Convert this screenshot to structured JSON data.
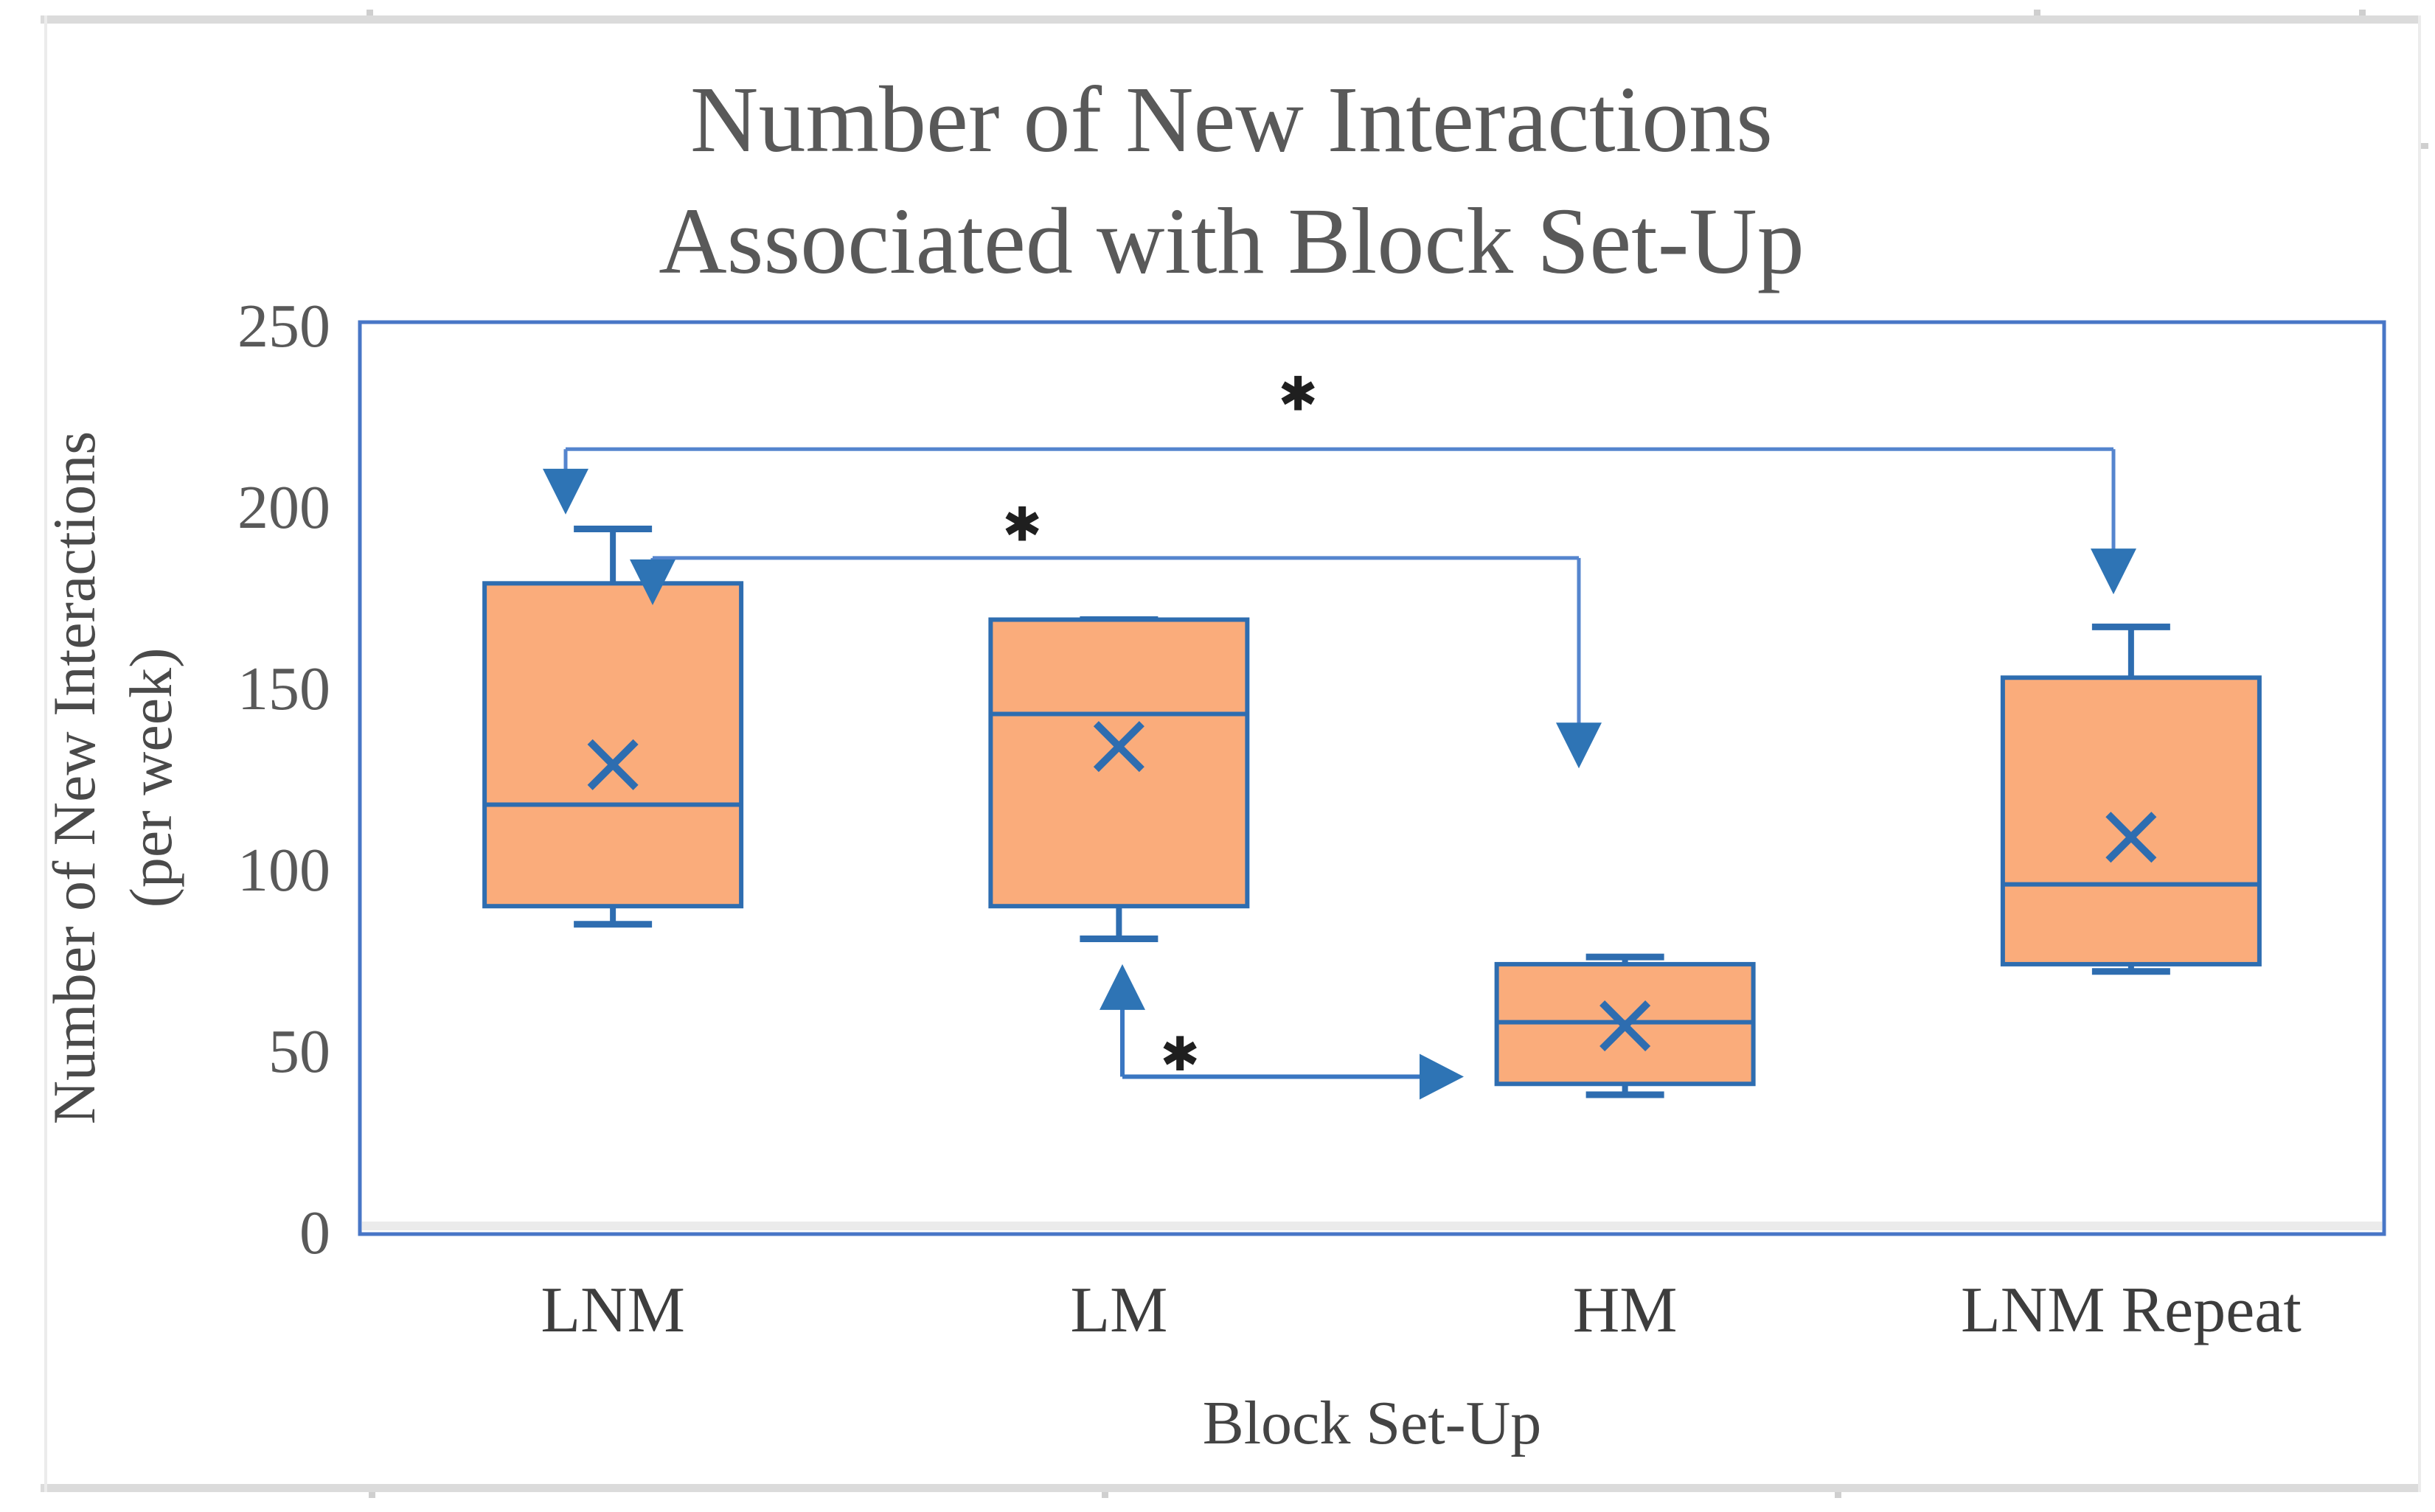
{
  "figure": {
    "title_lines": [
      "Number of New Interactions",
      "Associated with Block Set-Up"
    ],
    "y_axis_title_line1": "Number of New Interactions",
    "y_axis_title_line2": "(per week)",
    "x_axis_title": "Block Set-Up"
  },
  "chart_data": {
    "type": "box",
    "title": "Number of New Interactions Associated with Block Set-Up",
    "xlabel": "Block Set-Up",
    "ylabel": "Number of New Interactions (per week)",
    "ylim": [
      0,
      250
    ],
    "y_ticks": [
      0,
      50,
      100,
      150,
      200,
      250
    ],
    "grid": "off",
    "legend": "none",
    "categories": [
      "LNM",
      "LM",
      "HM",
      "LNM Repeat"
    ],
    "series": [
      {
        "name": "LNM",
        "whisker_low": 85,
        "q1": 90,
        "median": 118,
        "mean": 129,
        "q3": 179,
        "whisker_high": 194
      },
      {
        "name": "LM",
        "whisker_low": 81,
        "q1": 90,
        "median": 143,
        "mean": 134,
        "q3": 169,
        "whisker_high": 169
      },
      {
        "name": "HM",
        "whisker_low": 38,
        "q1": 41,
        "median": 58,
        "mean": 57,
        "q3": 74,
        "whisker_high": 76
      },
      {
        "name": "LNM Repeat",
        "whisker_low": 72,
        "q1": 74,
        "median": 96,
        "mean": 109,
        "q3": 153,
        "whisker_high": 167
      }
    ],
    "significance_marker": "✱",
    "annotations": [
      {
        "style": "bracket",
        "compares": [
          "LNM",
          "LNM Repeat"
        ],
        "level": 216,
        "x_left": 767,
        "x_right": 2866,
        "left_arrow_tip": 198,
        "right_arrow_tip": 176,
        "star_x": 1760,
        "star_level": 231
      },
      {
        "style": "bracket",
        "compares": [
          "LNM",
          "HM"
        ],
        "level": 186,
        "x_left": 885,
        "x_right": 2141,
        "left_arrow_tip": 173,
        "right_arrow_tip": 128,
        "star_x": 1386,
        "star_level": 195
      },
      {
        "style": "elbow",
        "compares": [
          "LM",
          "HM"
        ],
        "level": 43,
        "x_vertical": 1522,
        "up_arrow_tip": 74,
        "x_end": 1985,
        "star_x": 1600,
        "star_level": 49
      }
    ],
    "colors": {
      "box_fill": "#FAAC7B",
      "box_stroke": "#2E6DB0",
      "connector_line": "#5585CE",
      "elbow_line": "#3A77C2",
      "arrowhead": "#2E74B5",
      "plot_border": "#4876C6",
      "axis_text": "#595959",
      "category_text": "#3D3D3D",
      "title_text": "#595959",
      "star_color": "#1F1F1F",
      "frame_gray": "#DBDBDB",
      "frame_gray_light": "#ECECEC",
      "frame_tick": "#CFCFCF",
      "axis_strip": "#EBEBEB"
    }
  }
}
